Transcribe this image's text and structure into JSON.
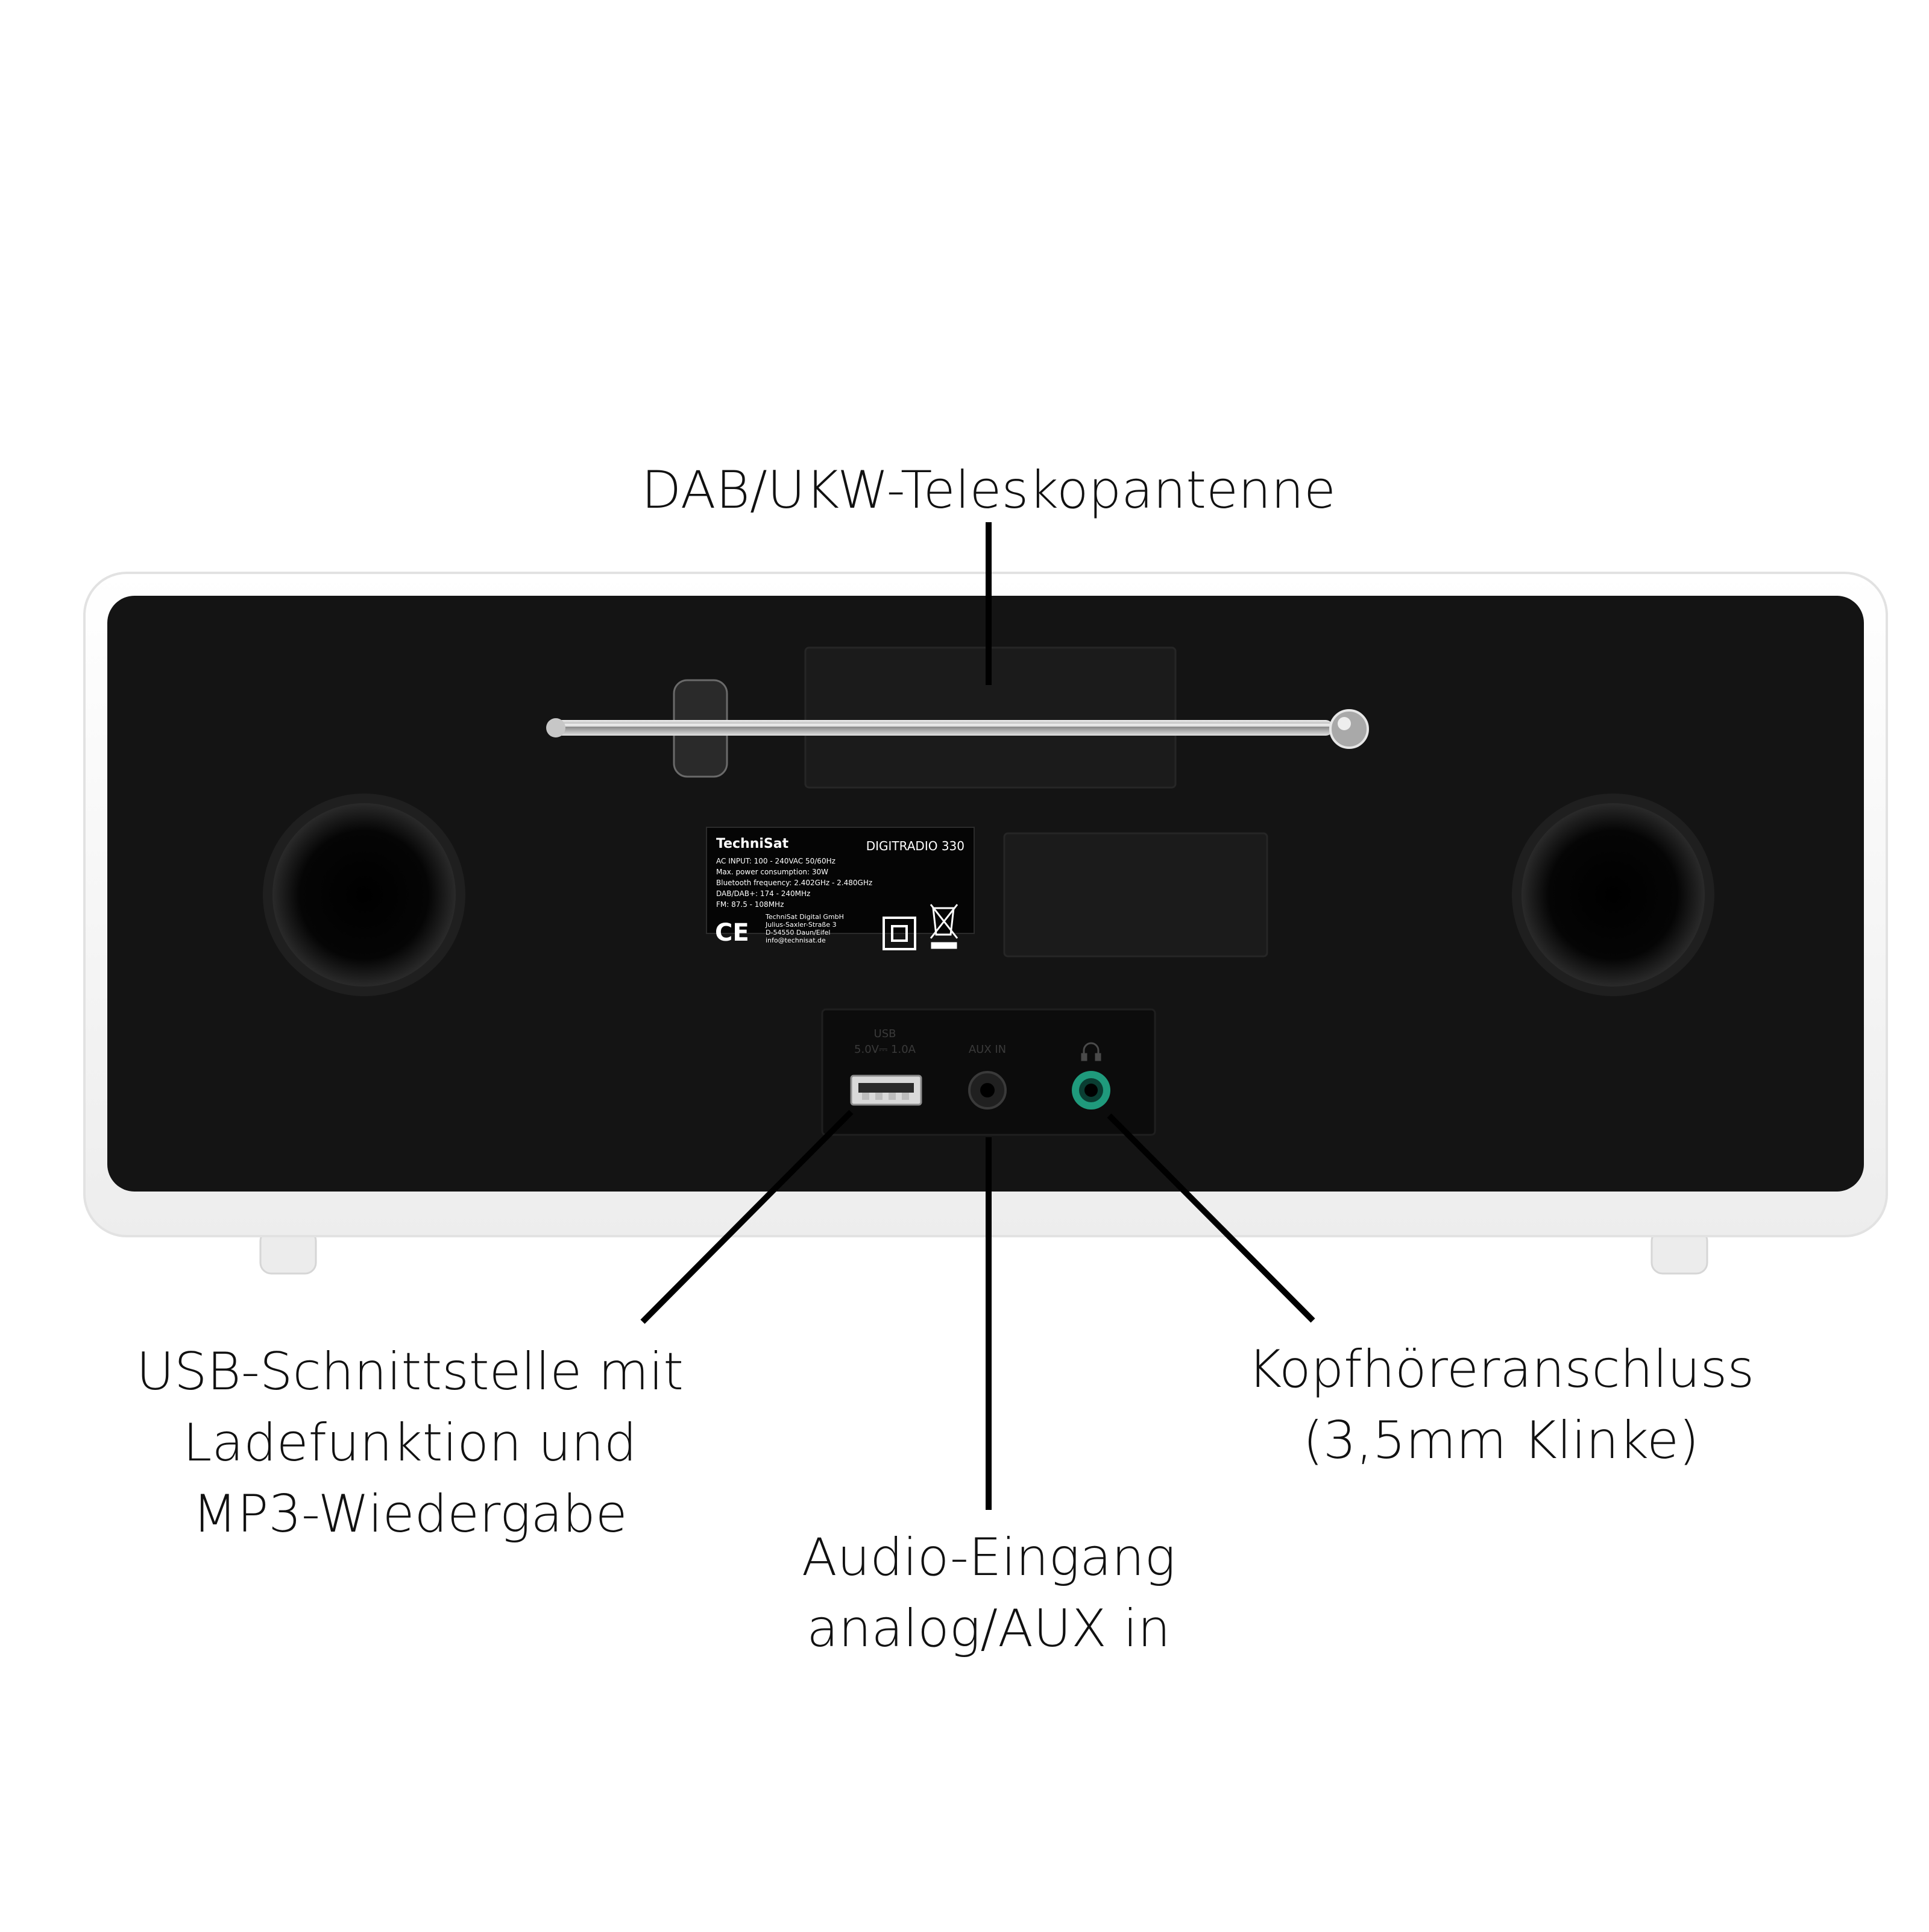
{
  "colors": {
    "background": "#ffffff",
    "cabinet_white": "#f7f7f7",
    "back_panel": "#141414",
    "port_accent": "#1f9a7c",
    "leader_line": "#000000"
  },
  "callouts": {
    "antenna": {
      "lines": [
        "DAB/UKW-Teleskopantenne"
      ]
    },
    "usb": {
      "lines": [
        "USB-Schnittstelle mit",
        "Ladefunktion und",
        "MP3-Wiedergabe"
      ]
    },
    "aux": {
      "lines": [
        "Audio-Eingang",
        "analog/AUX in"
      ]
    },
    "headphone": {
      "lines": [
        "Kopfhöreranschluss",
        "(3,5mm Klinke)"
      ]
    }
  },
  "rating_label": {
    "brand": "TechniSat",
    "model": "DIGITRADIO 330",
    "specs": [
      "AC INPUT: 100 - 240VAC  50/60Hz",
      "Max. power consumption: 30W",
      "Bluetooth frequency: 2.402GHz - 2.480GHz",
      "DAB/DAB+: 174 - 240MHz",
      "FM: 87.5 - 108MHz"
    ],
    "ce_mark": "CE",
    "address": [
      "TechniSat Digital GmbH",
      "Julius-Saxler-Straße 3",
      "D-54550 Daun/Eifel",
      "info@technisat.de"
    ]
  },
  "port_labels": {
    "usb": [
      "USB",
      "5.0V⎓ 1.0A"
    ],
    "aux": "AUX IN",
    "headphone_icon": "headphone-icon"
  }
}
